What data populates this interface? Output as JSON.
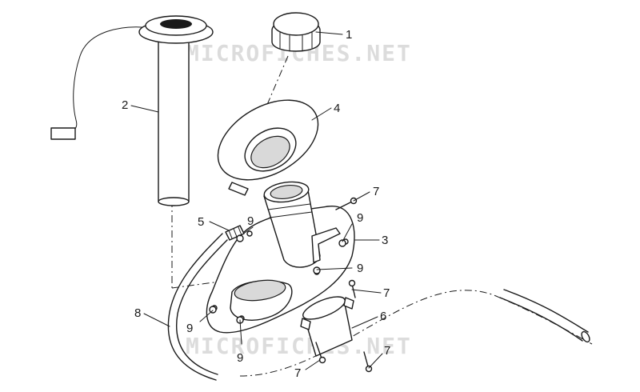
{
  "watermark": {
    "text_top": "MICROFICHES.NET",
    "text_bottom": "MICROFICHES.NET"
  },
  "callouts": {
    "c1": "1",
    "c2": "2",
    "c3": "3",
    "c4": "4",
    "c5": "5",
    "c6": "6",
    "c7a": "7",
    "c7b": "7",
    "c7c": "7",
    "c7d": "7",
    "c8": "8",
    "c9a": "9",
    "c9b": "9",
    "c9c": "9",
    "c9d": "9",
    "c9e": "9"
  }
}
